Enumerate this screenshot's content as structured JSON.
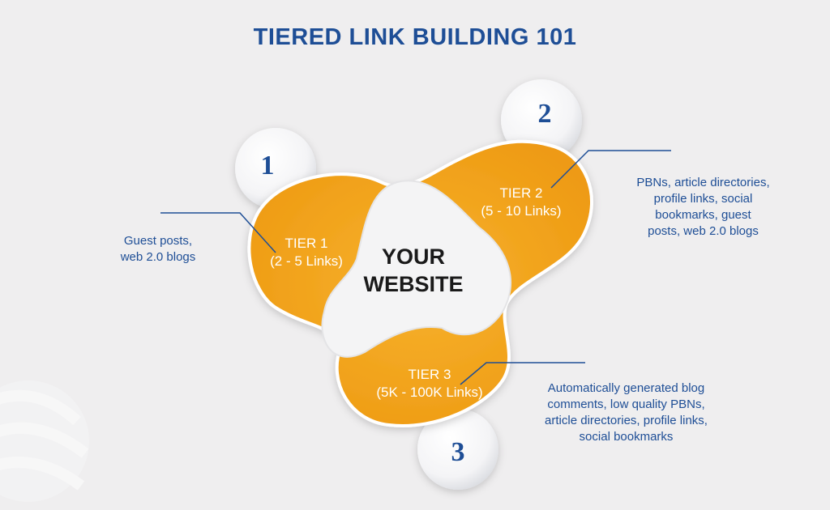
{
  "title": "TIERED LINK BUILDING 101",
  "center": {
    "line1": "YOUR",
    "line2": "WEBSITE"
  },
  "tiers": [
    {
      "number": "1",
      "name": "TIER 1",
      "links": "(2 - 5 Links)",
      "description": [
        "Guest posts,",
        "web 2.0 blogs"
      ]
    },
    {
      "number": "2",
      "name": "TIER 2",
      "links": "(5 - 10 Links)",
      "description": [
        "PBNs, article directories,",
        "profile links, social",
        "bookmarks, guest",
        "posts, web 2.0 blogs"
      ]
    },
    {
      "number": "3",
      "name": "TIER 3",
      "links": "(5K - 100K Links)",
      "description": [
        "Automatically generated blog",
        "comments, low quality PBNs,",
        "article directories, profile links,",
        "social bookmarks"
      ]
    }
  ],
  "colors": {
    "title": "#1e4e96",
    "tier_fill": "#f2a31c",
    "background": "#efeeef",
    "text_dark": "#1a1a1a"
  }
}
